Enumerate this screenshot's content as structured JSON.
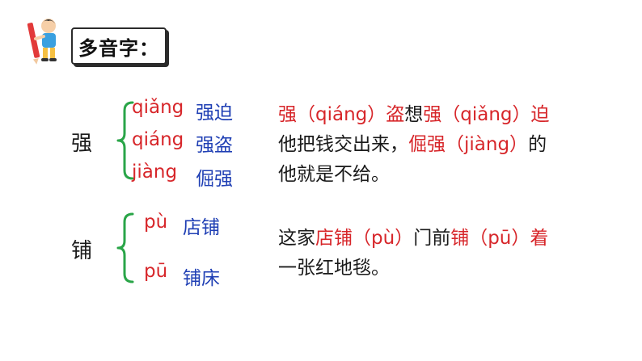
{
  "header": {
    "title": "多音字：",
    "mascot_icon": "child-with-pencil-icon"
  },
  "groups": [
    {
      "character": "强",
      "readings": [
        {
          "pinyin": "qiǎng",
          "word": "强迫"
        },
        {
          "pinyin": "qiáng",
          "word": "强盗"
        },
        {
          "pinyin": "jiàng",
          "word": "倔强"
        }
      ],
      "sentence": {
        "lines": [
          [
            {
              "text": "强（qiáng）盗",
              "color": "red"
            },
            {
              "text": "想",
              "color": "black"
            },
            {
              "text": "强（qiǎng）迫",
              "color": "red"
            }
          ],
          [
            {
              "text": "他把钱交出来，",
              "color": "black"
            },
            {
              "text": "倔强（jiàng）",
              "color": "red"
            },
            {
              "text": "的",
              "color": "black"
            }
          ],
          [
            {
              "text": "他就是不给。",
              "color": "black"
            }
          ]
        ]
      }
    },
    {
      "character": "铺",
      "readings": [
        {
          "pinyin": "pù",
          "word": "店铺"
        },
        {
          "pinyin": "pū",
          "word": "铺床"
        }
      ],
      "sentence": {
        "lines": [
          [
            {
              "text": "这家",
              "color": "black"
            },
            {
              "text": "店铺（pù）",
              "color": "red"
            },
            {
              "text": "门前",
              "color": "black"
            },
            {
              "text": "铺（pū）着",
              "color": "red"
            }
          ],
          [
            {
              "text": "一张红地毯。",
              "color": "black"
            }
          ]
        ]
      }
    }
  ],
  "colors": {
    "pinyin": "#d7262a",
    "word": "#1f3fb4",
    "brace": "#2aa548",
    "text": "#1a1a1a"
  }
}
